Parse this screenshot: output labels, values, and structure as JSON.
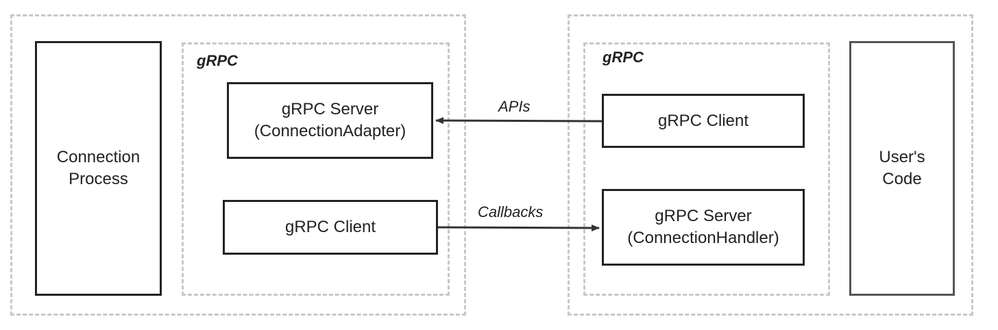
{
  "left": {
    "process": {
      "line1": "Connection",
      "line2": "Process"
    },
    "group_label": "gRPC",
    "server": {
      "line1": "gRPC Server",
      "line2": "(ConnectionAdapter)"
    },
    "client": {
      "label": "gRPC Client"
    }
  },
  "right": {
    "group_label": "gRPC",
    "client": {
      "label": "gRPC Client"
    },
    "server": {
      "line1": "gRPC Server",
      "line2": "(ConnectionHandler)"
    },
    "user_code": {
      "line1": "User's",
      "line2": "Code"
    }
  },
  "edges": [
    {
      "label": "APIs",
      "from": "right-client",
      "to": "left-server"
    },
    {
      "label": "Callbacks",
      "from": "left-client",
      "to": "right-server"
    }
  ]
}
